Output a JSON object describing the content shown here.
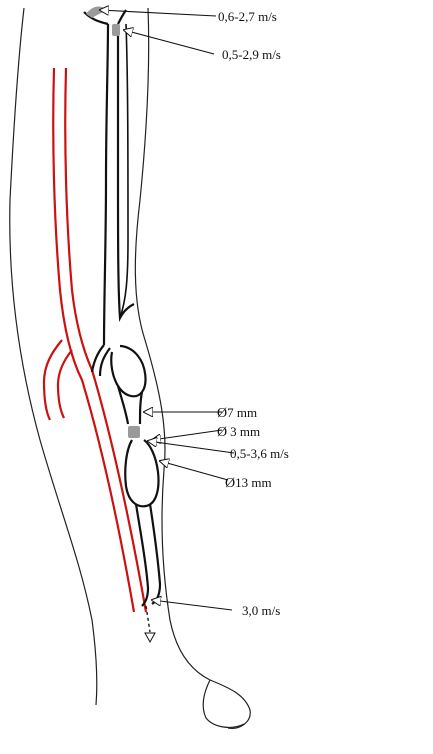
{
  "diagram": {
    "colors": {
      "vessel_dark": "#111111",
      "vessel_red": "#cc1111",
      "outline": "#222222",
      "stenosis": "#9a9a9a"
    },
    "labels": {
      "l1": "0,6-2,7 m/s",
      "l2": "0,5-2,9 m/s",
      "l3_sym": "Ø",
      "l3": "7 mm",
      "l4_sym": "Ø",
      "l4": "3 mm",
      "l5": "0,5-3,6 m/s",
      "l6_sym": "Ø",
      "l6": "13 mm",
      "l7": "3,0 m/s"
    }
  }
}
